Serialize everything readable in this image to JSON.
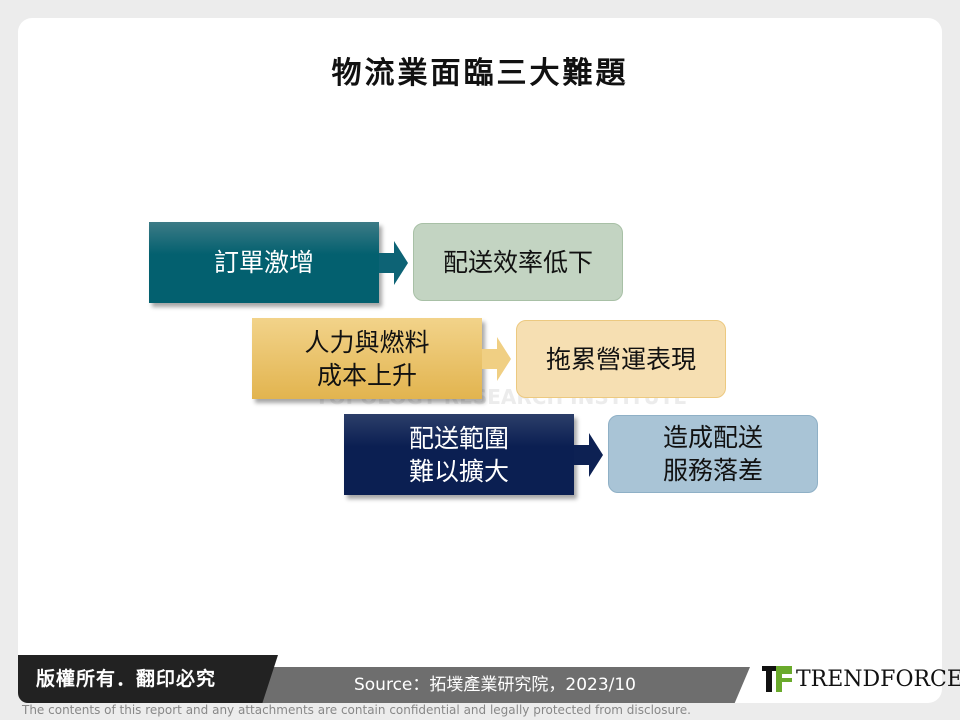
{
  "title": "物流業面臨三大難題",
  "rows": [
    {
      "cause": "訂單激增",
      "effect": "配送效率低下",
      "cause_color": "#0e6678",
      "effect_color": "#c3d4c2"
    },
    {
      "cause": "人力與燃料\n成本上升",
      "effect": "拖累營運表現",
      "cause_color": "#e8bf5c",
      "effect_color": "#f5ddb0"
    },
    {
      "cause": "配送範圍\n難以擴大",
      "effect": "造成配送\n服務落差",
      "cause_color": "#0d2153",
      "effect_color": "#a9c4d6"
    }
  ],
  "watermark": "TOPOLOGY RESEARCH INSTITUTE",
  "footer": {
    "copyright": "版權所有．翻印必究",
    "source": "Source：拓墣產業研究院，2023/10",
    "brand": "TRENDFORCE",
    "disclaimer": "The contents of this report and any attachments are contain confidential and legally protected from disclosure."
  }
}
